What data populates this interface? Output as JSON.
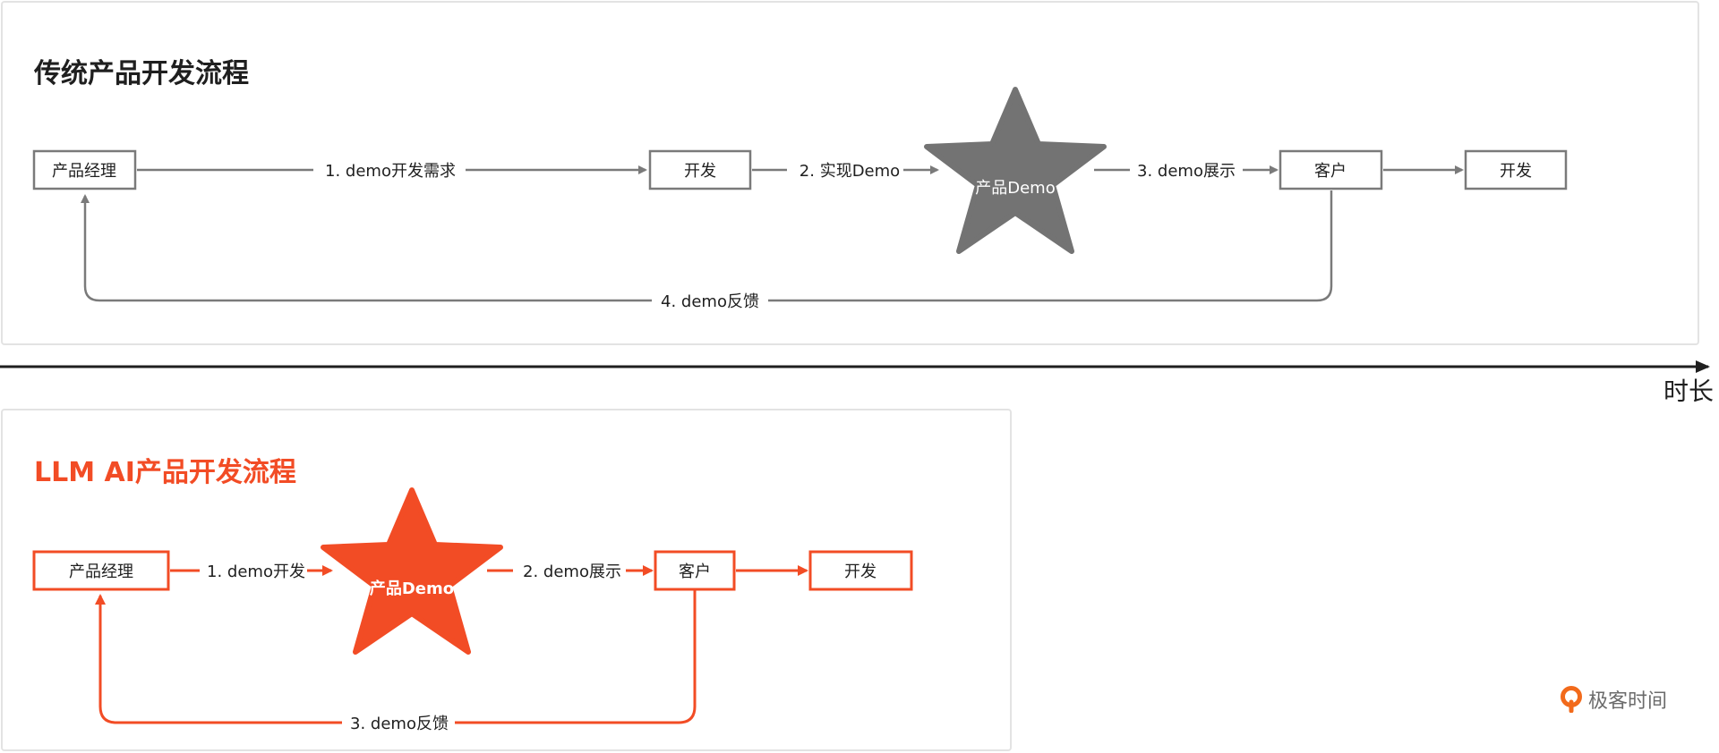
{
  "colors": {
    "gray": "#7a7a7a",
    "gray_star": "#737373",
    "orange": "#f24c25",
    "text_dark": "#1f1f1f",
    "panel_border": "#e3e3e3"
  },
  "traditional": {
    "title": "传统产品开发流程",
    "nodes": {
      "pm": "产品经理",
      "dev1": "开发",
      "star": "产品Demo",
      "client": "客户",
      "dev2": "开发"
    },
    "edges": {
      "e1": "1. demo开发需求",
      "e2": "2. 实现Demo",
      "e3": "3. demo展示",
      "e4": "4. demo反馈"
    }
  },
  "llm": {
    "title": "LLM AI产品开发流程",
    "nodes": {
      "pm": "产品经理",
      "star": "产品Demo",
      "client": "客户",
      "dev": "开发"
    },
    "edges": {
      "e1": "1. demo开发",
      "e2": "2. demo展示",
      "e3": "3. demo反馈"
    }
  },
  "time_axis": {
    "label": "时长"
  },
  "watermark": {
    "text": "极客时间",
    "icon": "geektime-logo-icon"
  }
}
